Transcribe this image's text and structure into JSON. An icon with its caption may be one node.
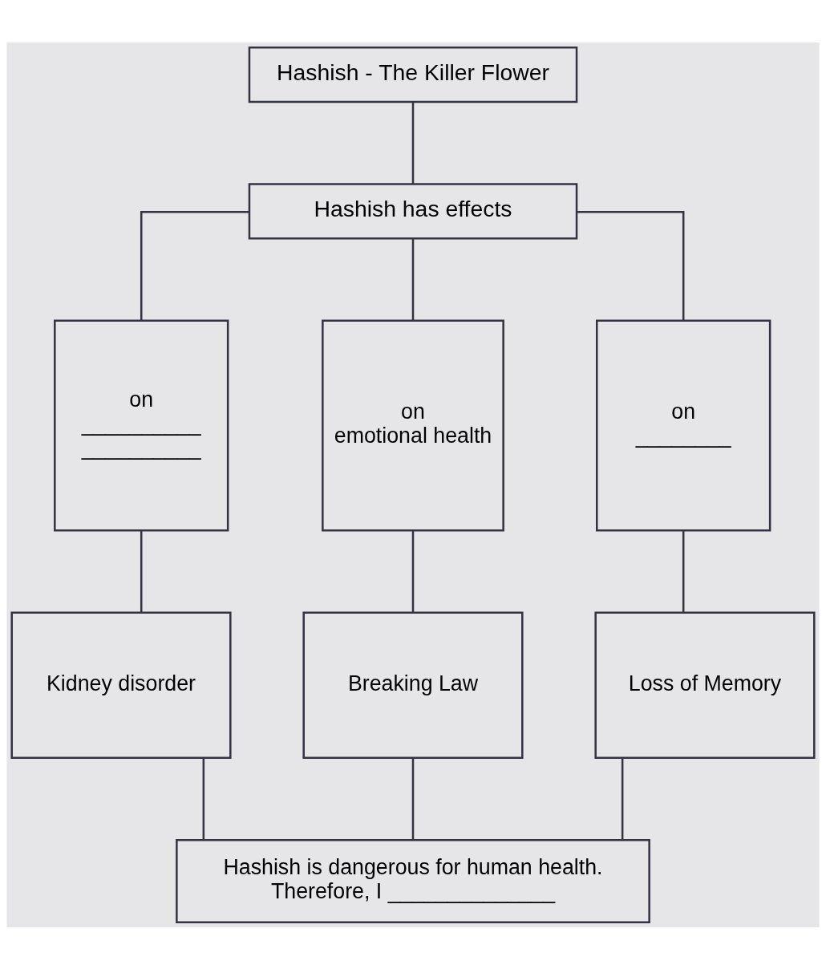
{
  "diagram": {
    "nodes": [
      {
        "text": [
          "Hashish - The Killer Flower"
        ]
      },
      {
        "text": [
          "Hashish has effects"
        ]
      },
      {
        "text": [
          "on",
          "__________",
          "__________"
        ]
      },
      {
        "text": [
          "on",
          "emotional health"
        ]
      },
      {
        "text": [
          "on",
          "________"
        ]
      },
      {
        "text": [
          "Kidney disorder"
        ]
      },
      {
        "text": [
          "Breaking Law"
        ]
      },
      {
        "text": [
          "Loss of Memory"
        ]
      },
      {
        "text": [
          "Hashish is dangerous for human health.",
          "Therefore, I ______________"
        ]
      }
    ],
    "edges": [
      {
        "from": 0,
        "to": 1,
        "arrow": "none"
      },
      {
        "from": 1,
        "to": 2,
        "arrow": "none"
      },
      {
        "from": 1,
        "to": 3,
        "arrow": "none"
      },
      {
        "from": 1,
        "to": 4,
        "arrow": "none"
      },
      {
        "from": 2,
        "to": 5,
        "arrow": "none"
      },
      {
        "from": 3,
        "to": 6,
        "arrow": "none"
      },
      {
        "from": 4,
        "to": 7,
        "arrow": "none"
      },
      {
        "from": 5,
        "to": 8,
        "arrow": "none"
      },
      {
        "from": 6,
        "to": 8,
        "arrow": "none"
      },
      {
        "from": 7,
        "to": 8,
        "arrow": "none"
      }
    ]
  }
}
